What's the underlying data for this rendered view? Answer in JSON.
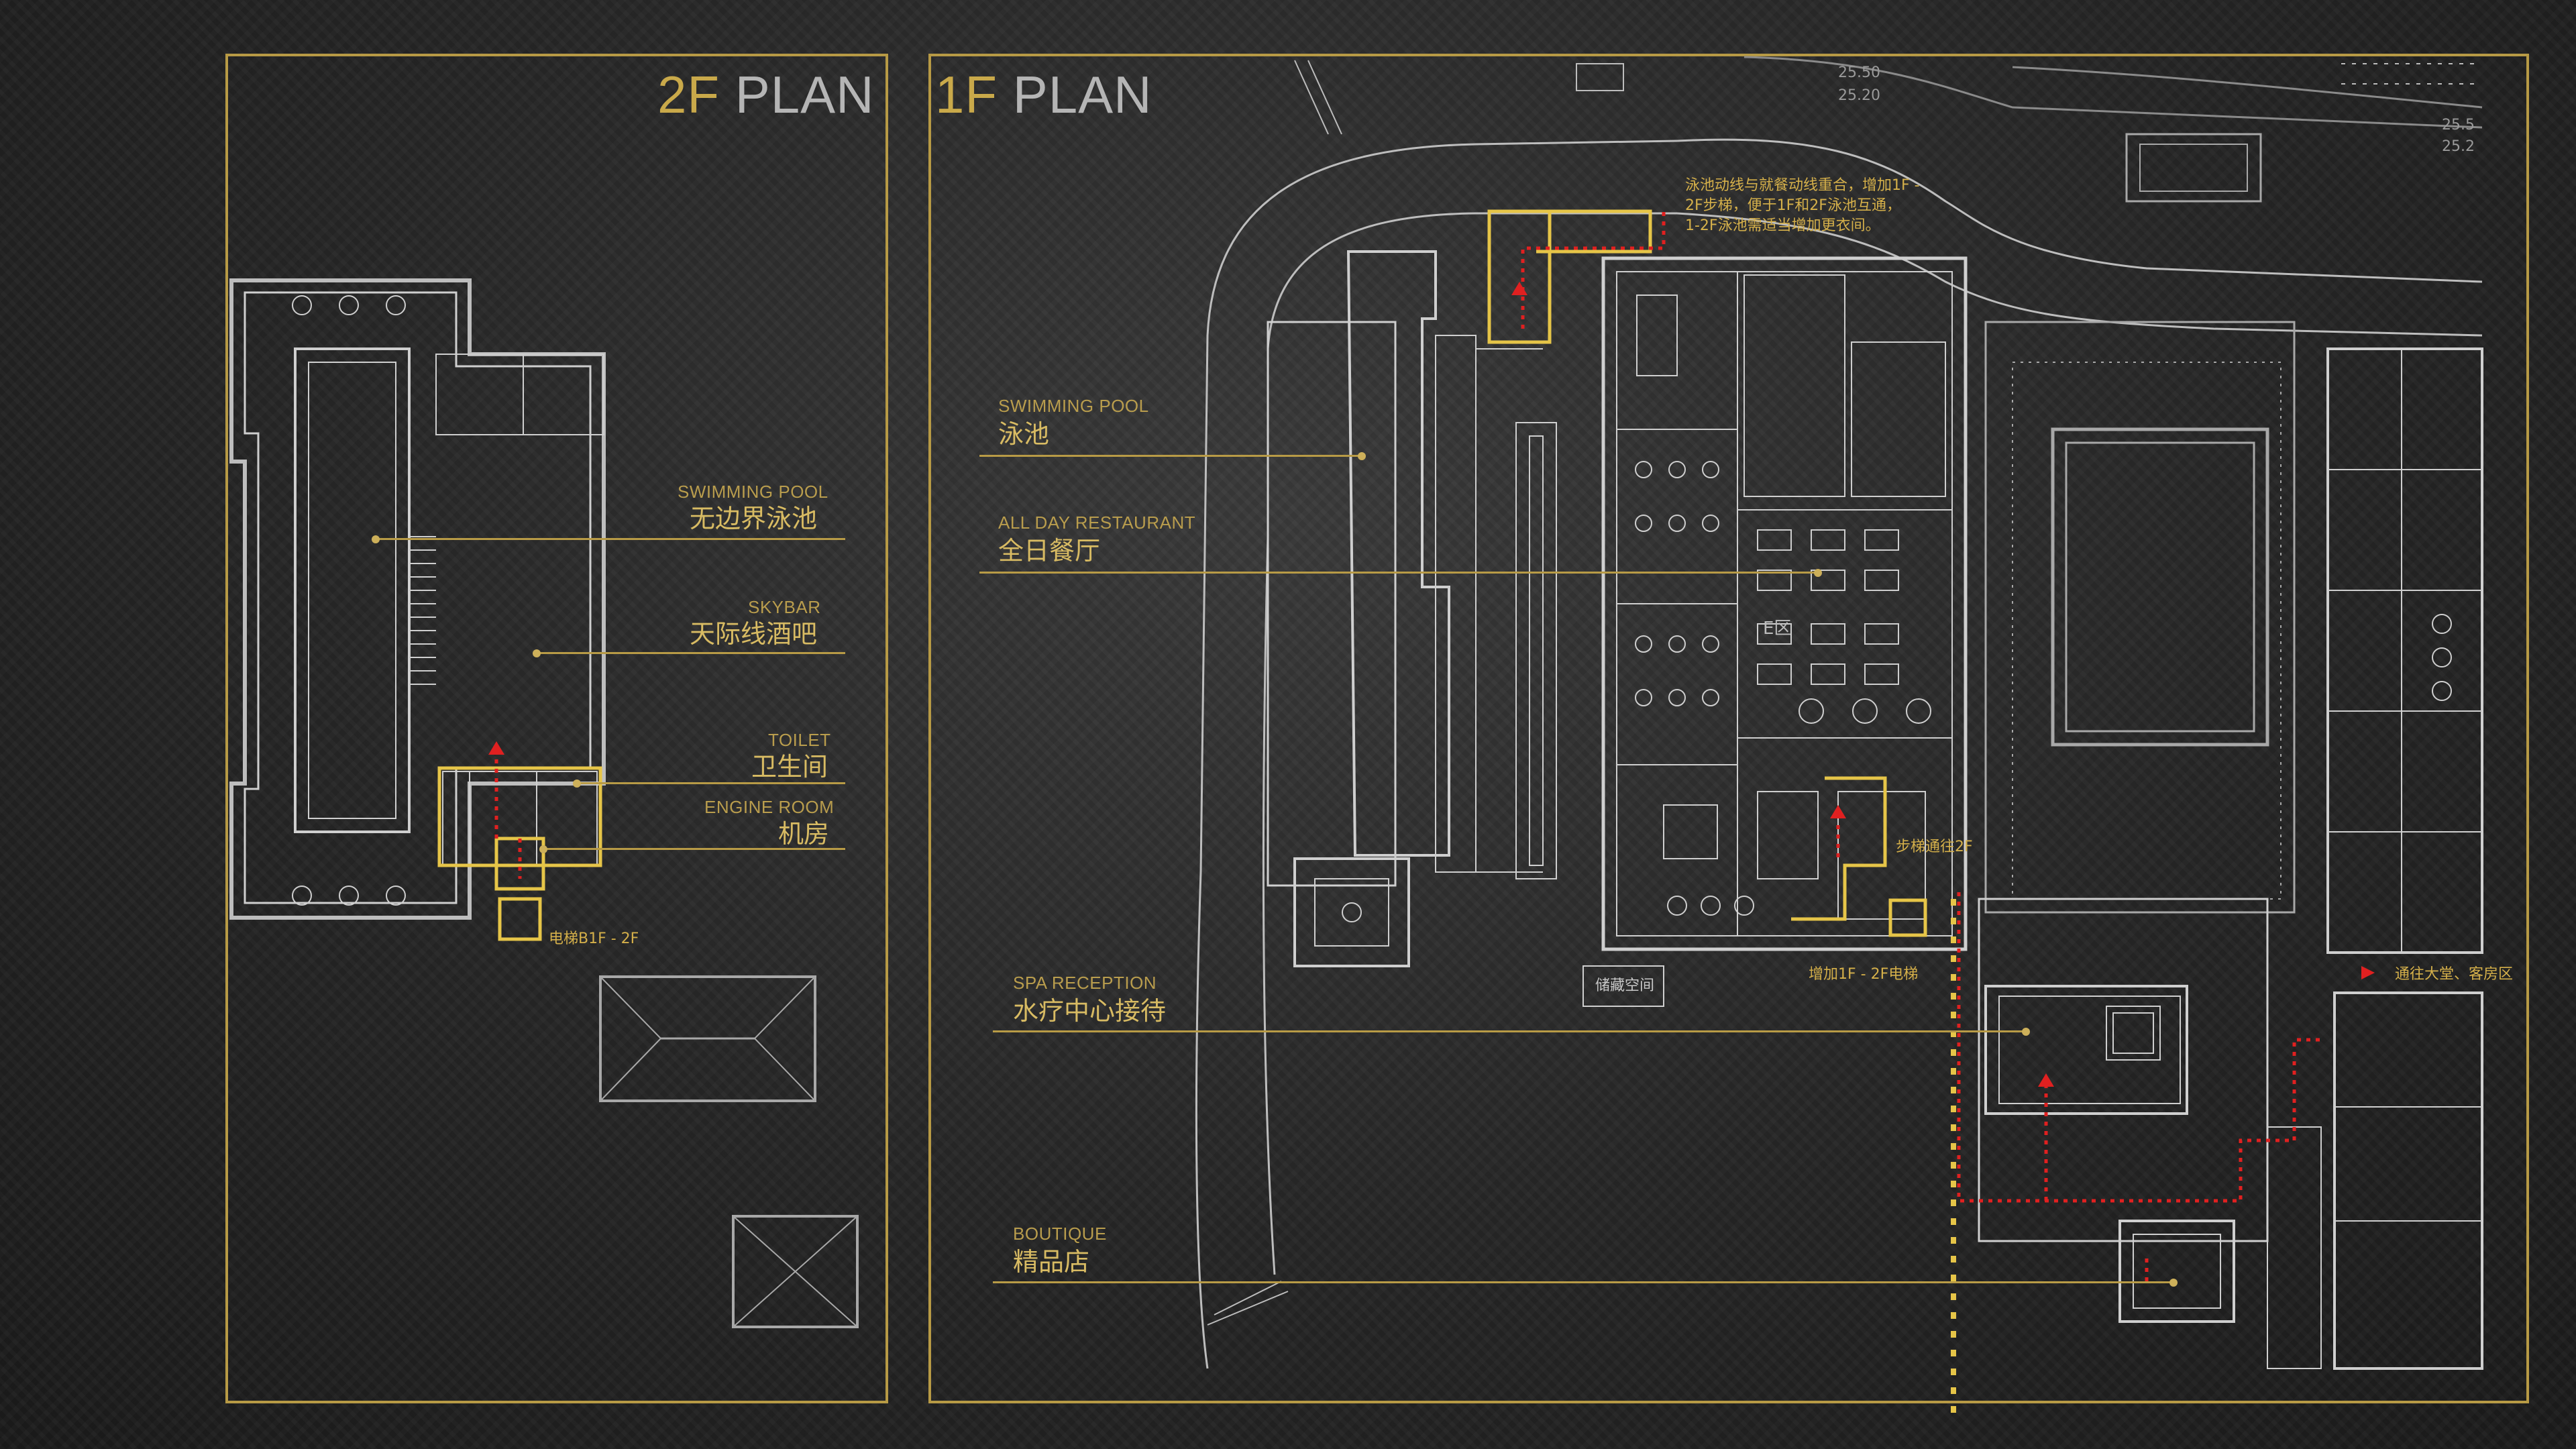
{
  "colors": {
    "background": "#2a2a2a",
    "frame_gold": "#b79a45",
    "label_gold": "#d8bb63",
    "line_white": "#d9d9d9",
    "route_red": "#e02020",
    "highlight_yellow": "#e6c548"
  },
  "plan_2f": {
    "title_number": "2F",
    "title_word": " PLAN",
    "labels": [
      {
        "en": "SWIMMING POOL",
        "cn": "无边界泳池"
      },
      {
        "en": "SKYBAR",
        "cn": "天际线酒吧"
      },
      {
        "en": "TOILET",
        "cn": "卫生间"
      },
      {
        "en": "ENGINE ROOM",
        "cn": "机房"
      }
    ],
    "elevator_note": "电梯B1F - 2F"
  },
  "plan_1f": {
    "title_number": "1F",
    "title_word": " PLAN",
    "labels": [
      {
        "en": "SWIMMING POOL",
        "cn": "泳池"
      },
      {
        "en": "ALL DAY RESTAURANT",
        "cn": "全日餐厅"
      },
      {
        "en": "SPA RECEPTION",
        "cn": "水疗中心接待"
      },
      {
        "en": "BOUTIQUE",
        "cn": "精品店"
      }
    ],
    "notes": {
      "circulation": [
        "泳池动线与就餐动线重合，增加1F -",
        "2F步梯，便于1F和2F泳池互通，",
        "1-2F泳池需适当增加更衣间。"
      ],
      "stair": "步梯通往2F",
      "elevator": "增加1F - 2F电梯",
      "lobby": "通往大堂、客房区",
      "storage": "储藏空间",
      "zone": "E区"
    },
    "elevations": [
      "25.50",
      "25.20",
      "25.5",
      "25.2"
    ]
  }
}
